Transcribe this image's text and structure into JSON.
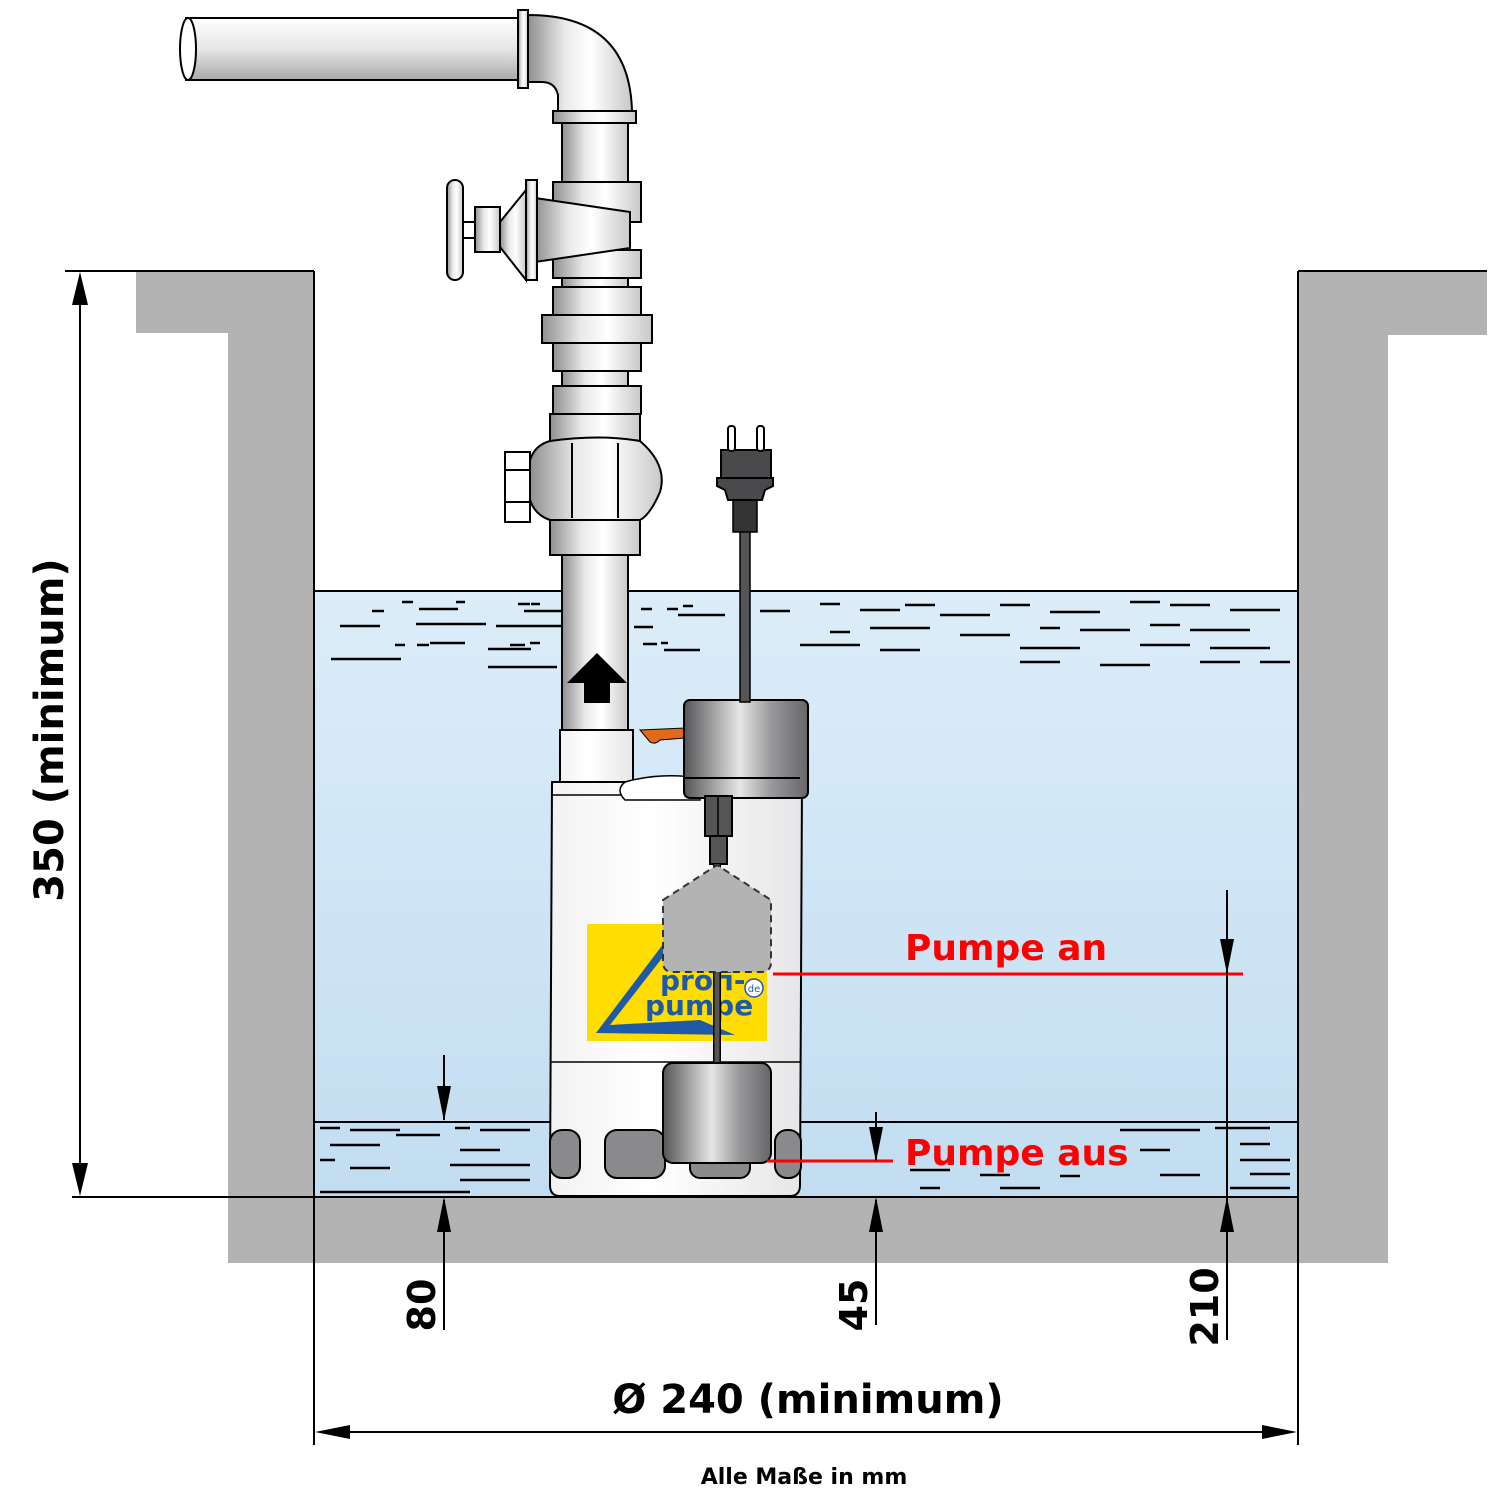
{
  "diagram": {
    "title": "Submersible pump installation dimensions",
    "dimensions": {
      "shaft_height": {
        "value": 350,
        "text": "350 (minimum)"
      },
      "shaft_diameter": {
        "value": 240,
        "text": "Ø 240 (minimum)"
      },
      "low_water_level": {
        "value": 80,
        "text": "80"
      },
      "pump_off_level": {
        "value": 45,
        "text": "45"
      },
      "pump_on_level": {
        "value": 210,
        "text": "210"
      }
    },
    "switch_labels": {
      "pump_on": "Pumpe an",
      "pump_off": "Pumpe aus"
    },
    "footer_note": "Alle Maße in mm",
    "logo": {
      "line1": "profi-",
      "line2": "pumpe",
      "badge": "de"
    },
    "colors": {
      "wall": "#b3b3b4",
      "water_top": "#dcedf9",
      "water_bottom": "#c2ddf1",
      "label_red": "#ff0000",
      "logo_yellow": "#ffdd00",
      "logo_blue": "#1f5aa8",
      "valve_orange": "#e06a1a",
      "ink": "#000000"
    }
  }
}
